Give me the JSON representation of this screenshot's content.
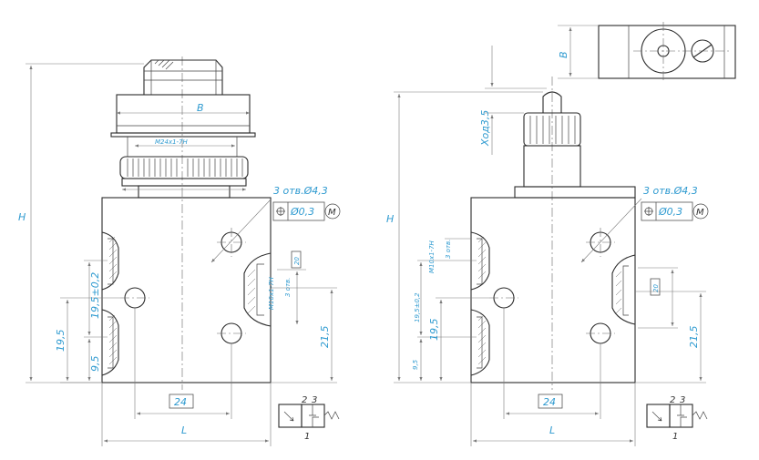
{
  "left_view": {
    "height_label": "H",
    "width_label": "L",
    "flat_width_label": "B",
    "thread_label": "M24x1-7H",
    "holes_label": "3 отв.Ø4,3",
    "tolerance_value": "Ø0,3",
    "tolerance_modifier": "M",
    "port_thread_label": "M10x1-7H",
    "port_count_label": "3 отв.",
    "depth_box": "20",
    "center_box": "24",
    "dim_19_5_tol": "19,5±0,2",
    "dim_19_5": "19,5",
    "dim_9_5": "9,5",
    "dim_21_5": "21,5"
  },
  "right_view": {
    "height_label": "H",
    "width_label": "L",
    "flat_width_label": "B",
    "stroke_label": "Ход3,5",
    "holes_label": "3 отв.Ø4,3",
    "tolerance_value": "Ø0,3",
    "tolerance_modifier": "M",
    "port_thread_label": "M10x1-7H",
    "port_count_label": "3 отв.",
    "depth_box": "20",
    "center_box": "24",
    "dim_19_5_tol": "19,5±0,2",
    "dim_19_5": "19,5",
    "dim_9_5": "9,5",
    "dim_21_5": "21,5"
  },
  "valve_symbol": {
    "port_2": "2",
    "port_3": "3",
    "port_1": "1"
  }
}
